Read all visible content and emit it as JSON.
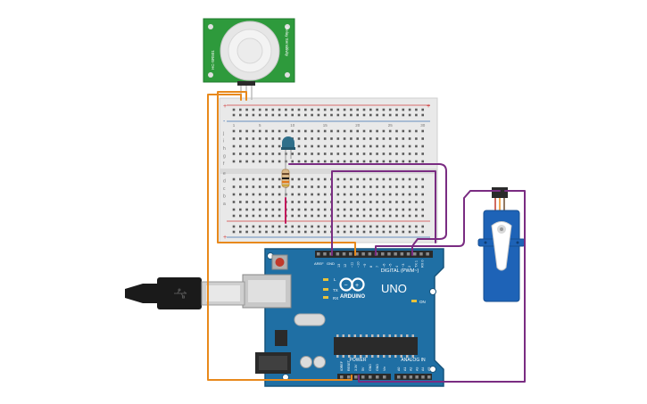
{
  "colors": {
    "board": "#1f6fa4",
    "board_edge": "#17547c",
    "breadboard": "#e9e9e9",
    "pir_pcb": "#2e9a3c",
    "wire_orange": "#e8891c",
    "wire_purple": "#7a2c82",
    "wire_magenta": "#c2185b",
    "servo_body": "#1e63b7",
    "led": "#2f6f8a",
    "rail_red": "#d04040",
    "rail_blue": "#3b6fb0"
  },
  "pir_sensor": {
    "label_left": "HC-SR501",
    "label_right": "Delay  Sensitivity"
  },
  "arduino": {
    "brand": "ARDUINO",
    "model": "UNO",
    "header_digital": "DIGITAL (PWM~)",
    "header_power": "POWER",
    "header_analog": "ANALOG IN",
    "led_l": "L",
    "led_tx": "TX",
    "led_rx": "RX",
    "led_on": "ON",
    "aref": "AREF",
    "gnd": "GND",
    "digital_pins": [
      "13",
      "12",
      "~11",
      "~10",
      "~9",
      "8",
      "7",
      "~6",
      "~5",
      "4",
      "~3",
      "2",
      "TX 1",
      "RX 0"
    ],
    "power_pins": [
      "IOREF",
      "RESET",
      "3.3V",
      "5V",
      "GND",
      "GND",
      "Vin"
    ],
    "analog_pins": [
      "A0",
      "A1",
      "A2",
      "A3",
      "A4",
      "A5"
    ]
  },
  "breadboard": {
    "col_labels_top": [
      "1",
      "5",
      "10",
      "15",
      "20",
      "25",
      "30"
    ],
    "row_labels": [
      "a",
      "b",
      "c",
      "d",
      "e",
      "f",
      "g",
      "h",
      "i",
      "j"
    ],
    "rail_plus": "+",
    "rail_minus": "-"
  },
  "icons": {
    "usb": "usb-cable-icon",
    "servo": "servo-motor-icon",
    "led": "led-icon",
    "resistor": "resistor-icon"
  }
}
